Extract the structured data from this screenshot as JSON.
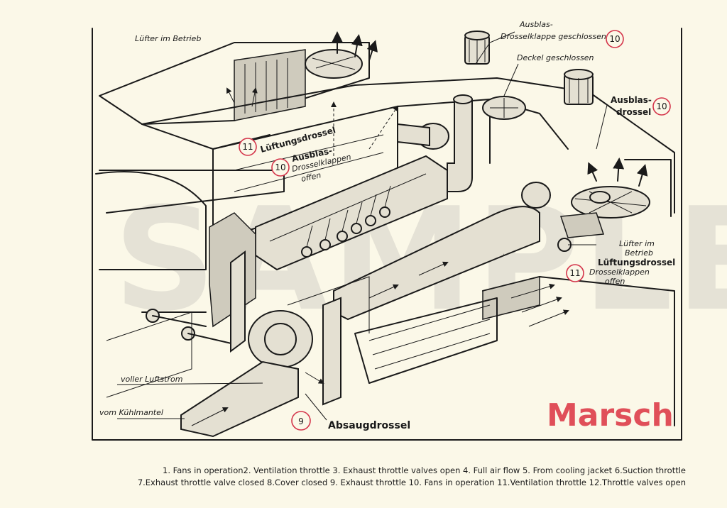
{
  "watermark": "SAMPLE",
  "title": "Marsch",
  "labels": {
    "luefter_top": "Lüfter im Betrieb",
    "ausblas_closed_1": "Ausblas-",
    "ausblas_closed_2": "Drosselklappe geschlossen",
    "deckel": "Deckel geschlossen",
    "ausblas_drossel_1": "Ausblas-",
    "ausblas_drossel_2": "drossel",
    "lueftungsdrossel_left": "Lüftungsdrossel",
    "ausblas_open_1": "Ausblas-",
    "ausblas_open_2": "Drosselklappen",
    "ausblas_open_3": "offen",
    "luefter_right_1": "Lüfter im",
    "luefter_right_2": "Betrieb",
    "lueftungsdrossel_right_1": "Lüftungsdrossel",
    "lueftungsdrossel_right_2": "Drosselklappen",
    "lueftungsdrossel_right_3": "offen",
    "voller_luftstrom": "voller Luftstrom",
    "vom_kuehlmantel": "vom Kühlmantel",
    "absaugdrossel": "Absaugdrossel"
  },
  "badges": {
    "b10_top": "10",
    "b10_right": "10",
    "b11_left": "11",
    "b10_left": "10",
    "b11_right": "11",
    "b9": "9"
  },
  "caption": {
    "line1": "1. Fans in operation2. Ventilation throttle 3. Exhaust throttle valves open 4. Full air flow 5. From cooling jacket 6.Suction throttle",
    "line2": "7.Exhaust throttle valve closed 8.Cover closed 9. Exhaust throttle 10. Fans in operation 11.Ventilation throttle 12.Throttle valves open"
  },
  "colors": {
    "background": "#fbf8e8",
    "accent_red": "#e04f59",
    "ink": "#1a1a1a"
  }
}
